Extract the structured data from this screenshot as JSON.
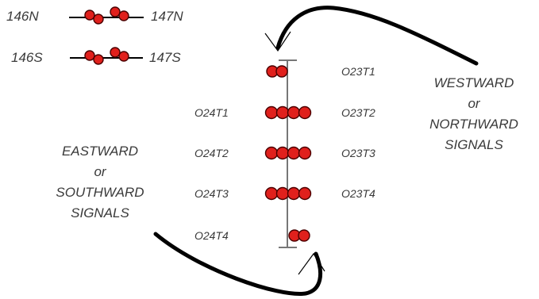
{
  "legend": {
    "north": {
      "left": "146N",
      "right": "147N"
    },
    "south": {
      "left": "146S",
      "right": "147S"
    }
  },
  "westward_block": [
    "WESTWARD",
    "or",
    "NORTHWARD",
    "SIGNALS"
  ],
  "eastward_block": [
    "EASTWARD",
    "or",
    "SOUTHWARD",
    "SIGNALS"
  ],
  "right_signals": [
    "O23T1",
    "O23T2",
    "O23T3",
    "O23T4"
  ],
  "left_signals": [
    "O24T1",
    "O24T2",
    "O24T3",
    "O24T4"
  ],
  "colors": {
    "lamp": "#e0201c",
    "lamp_outline": "#4a0000",
    "text": "#3a3a3a",
    "track": "#777777",
    "arrow": "#000000"
  }
}
